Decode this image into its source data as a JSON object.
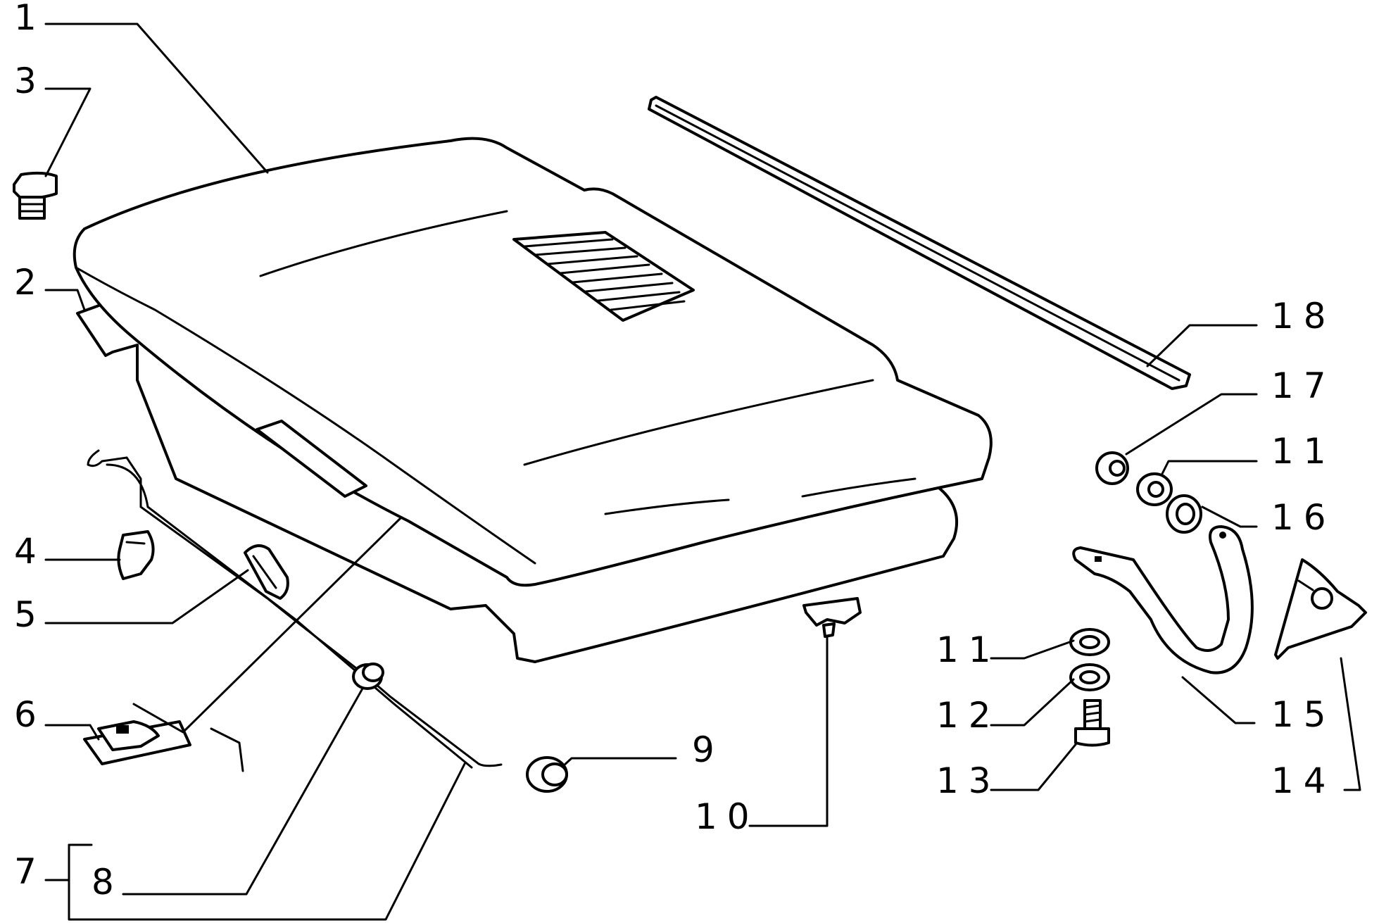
{
  "labels": {
    "l1": "1",
    "l2": "2",
    "l3": "3",
    "l4": "4",
    "l5": "5",
    "l6": "6",
    "l7": "7",
    "l8": "8",
    "l9": "9",
    "l10": "10",
    "l11a": "11",
    "l11b": "11",
    "l12": "12",
    "l13": "13",
    "l14": "14",
    "l15": "15",
    "l16": "16",
    "l17": "17",
    "l18": "18"
  }
}
